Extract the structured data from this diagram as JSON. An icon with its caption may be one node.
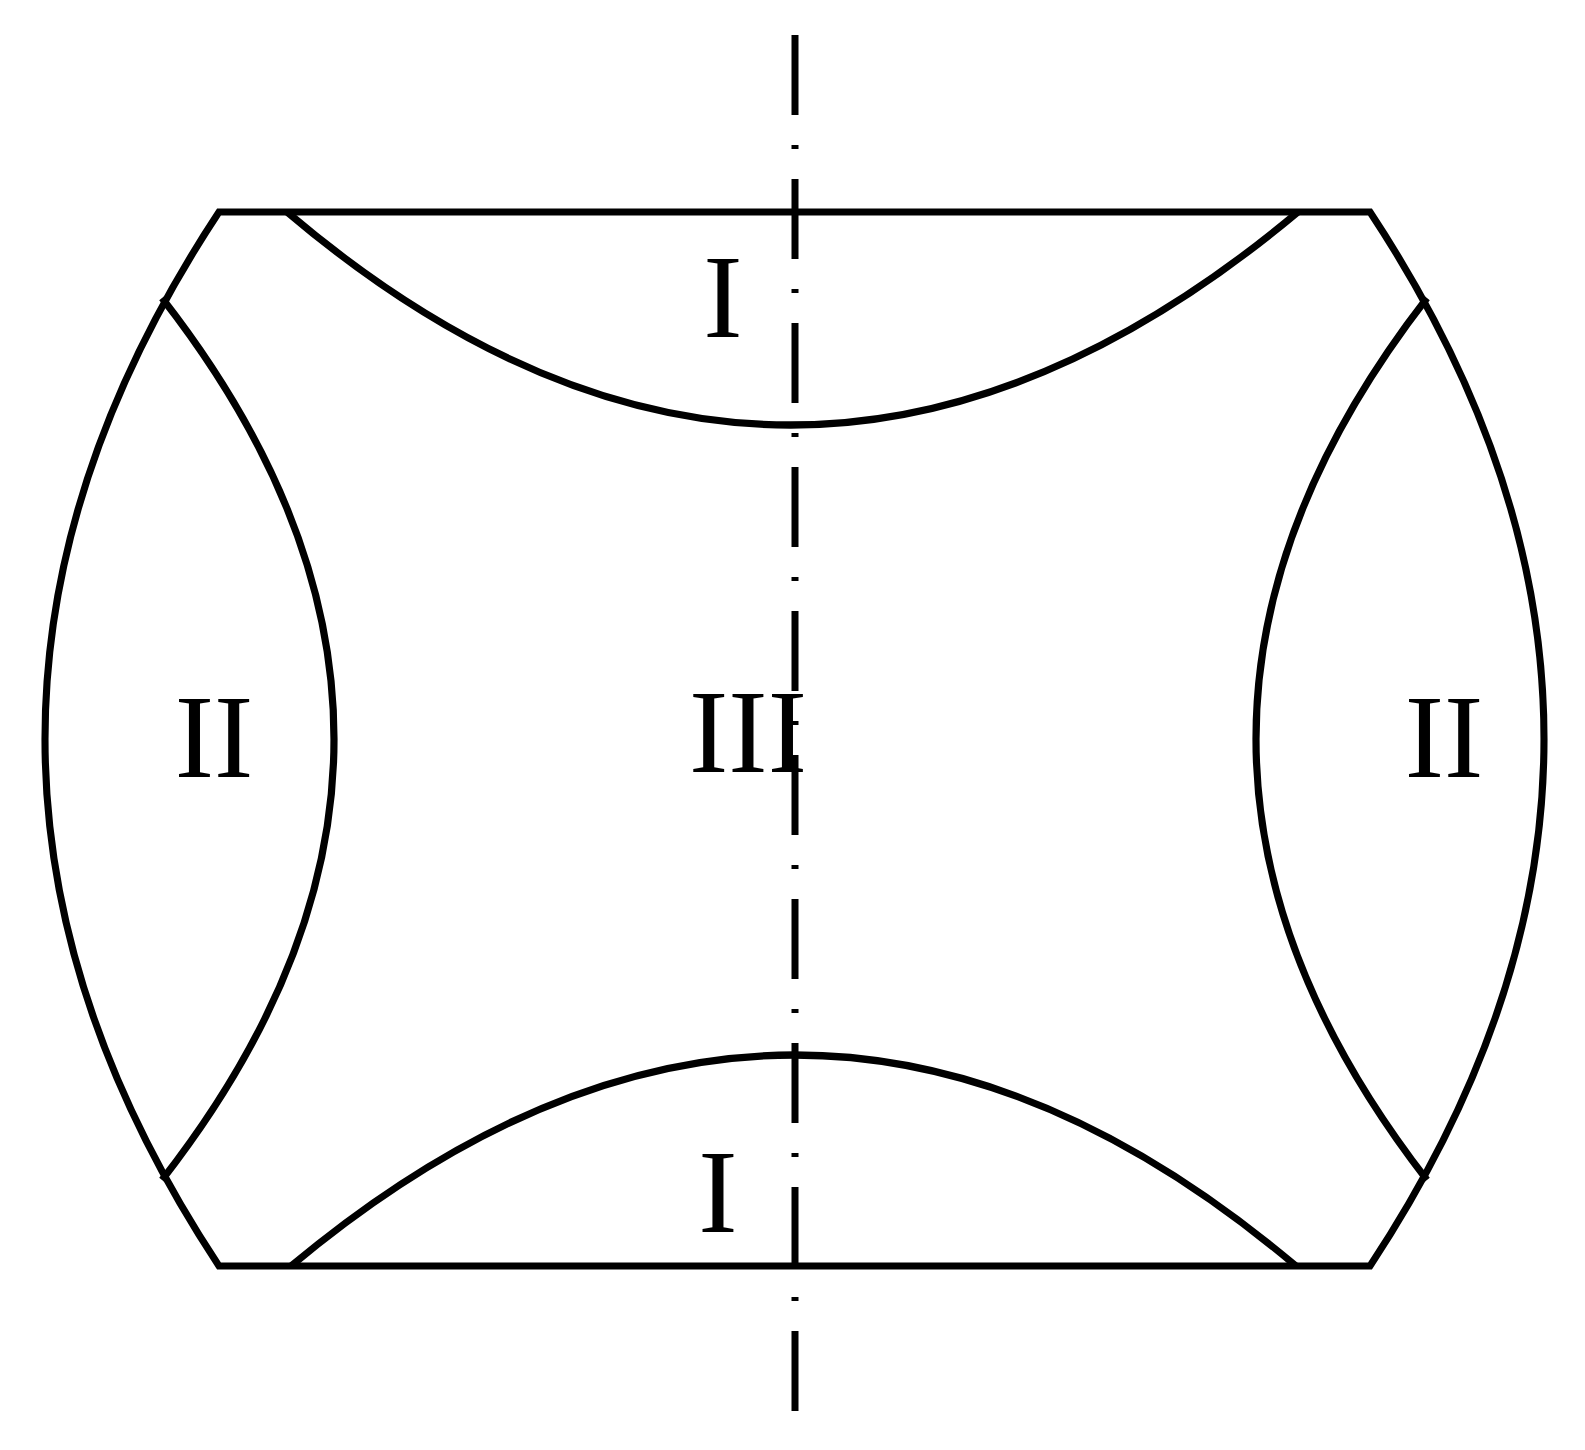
{
  "diagram": {
    "labels": [
      "I",
      "II",
      "III",
      "II",
      "I"
    ]
  }
}
